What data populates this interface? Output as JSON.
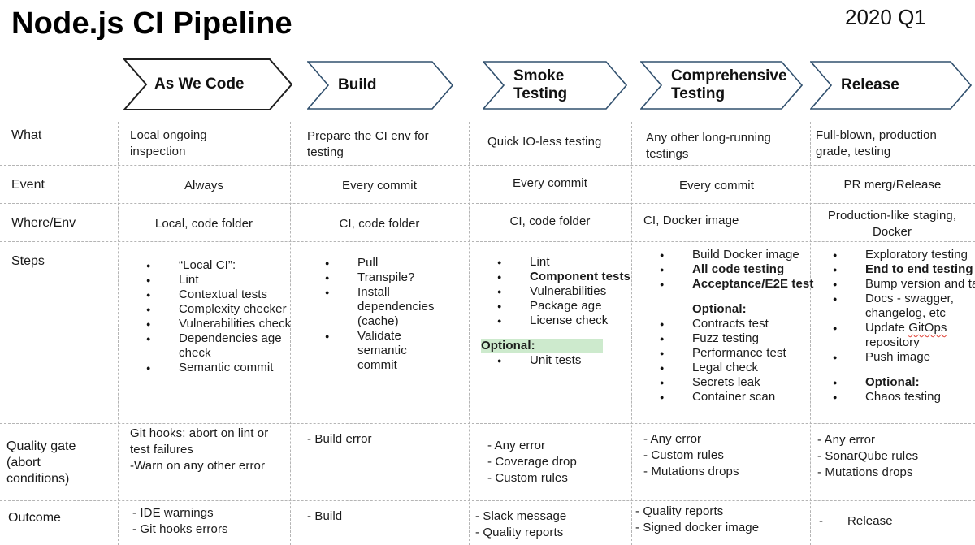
{
  "title": "Node.js CI Pipeline",
  "period": "2020 Q1",
  "colors": {
    "arrow_border_first": "#1f1f1f",
    "arrow_border": "#31506e",
    "grid_line": "#b5b5b5",
    "optional_highlight": "#cdeacd",
    "squiggle_red": "#e0443a",
    "text": "#1c1c1c"
  },
  "row_labels": [
    "What",
    "Event",
    "Where/Env",
    "Steps",
    "Quality gate (abort conditions)",
    "Outcome"
  ],
  "stages": [
    {
      "label": "As We Code",
      "what": "Local ongoing inspection",
      "event": "Always",
      "where": "Local, code folder",
      "steps": [
        {
          "t": "“Local CI”:"
        },
        {
          "t": "Lint"
        },
        {
          "t": "Contextual tests"
        },
        {
          "t": "Complexity checker"
        },
        {
          "t": "Vulnerabilities check"
        },
        {
          "t": "Dependencies age check"
        },
        {
          "t": "Semantic commit"
        }
      ],
      "gate": [
        "Git hooks: abort on lint or test failures",
        "-Warn on any other error"
      ],
      "outcome": [
        "- IDE warnings",
        "- Git hooks errors"
      ]
    },
    {
      "label": "Build",
      "what": "Prepare the CI env for testing",
      "event": "Every commit",
      "where": "CI, code folder",
      "steps": [
        {
          "t": "Pull"
        },
        {
          "t": "Transpile?"
        },
        {
          "t": "Install dependencies (cache)"
        },
        {
          "t": "Validate semantic commit"
        }
      ],
      "gate": [
        "- Build error"
      ],
      "outcome": [
        "- Build"
      ]
    },
    {
      "label": "Smoke Testing",
      "what": "Quick IO-less testing",
      "event": "Every commit",
      "where": "CI, code folder",
      "steps": [
        {
          "t": "Lint"
        },
        {
          "t": "Component tests",
          "b": true
        },
        {
          "t": "Vulnerabilities"
        },
        {
          "t": "Package age"
        },
        {
          "t": "License check"
        },
        {
          "t": "Optional:",
          "b": true,
          "bullet": false,
          "hl": true,
          "gap": true,
          "outdent": true
        },
        {
          "t": "Unit tests"
        }
      ],
      "gate": [
        "- Any error",
        "- Coverage drop",
        "- Custom rules"
      ],
      "outcome": [
        "- Slack message",
        "- Quality reports"
      ]
    },
    {
      "label": "Comprehensive Testing",
      "what": "Any other long-running testings",
      "event": "Every commit",
      "where": "CI, Docker image",
      "steps": [
        {
          "t": "Build Docker image"
        },
        {
          "t": "All code testing",
          "b": true
        },
        {
          "t": "Acceptance/E2E test",
          "b": true
        },
        {
          "t": "Optional:",
          "b": true,
          "bullet": false,
          "gap": true
        },
        {
          "t": "Contracts test"
        },
        {
          "t": "Fuzz testing"
        },
        {
          "t": "Performance test"
        },
        {
          "t": "Legal check"
        },
        {
          "t": "Secrets leak"
        },
        {
          "t": "Container scan"
        }
      ],
      "gate": [
        "- Any error",
        "- Custom rules",
        "- Mutations drops"
      ],
      "outcome": [
        "- Quality reports",
        "- Signed docker image"
      ]
    },
    {
      "label": "Release",
      "what": "Full-blown, production grade, testing",
      "event": "PR merg/Release",
      "where": "Production-like staging, Docker",
      "steps": [
        {
          "t": "Exploratory testing"
        },
        {
          "t": "End to end testing",
          "b": true
        },
        {
          "t": "Bump version and tag"
        },
        {
          "t": "Docs - swagger, changelog, etc"
        },
        {
          "parts": [
            {
              "t": "Update "
            },
            {
              "t": "GitOps",
              "sq": true
            },
            {
              "t": " repository"
            }
          ]
        },
        {
          "t": "Push image"
        },
        {
          "t": "Optional:",
          "b": true,
          "gap": true
        },
        {
          "t": "Chaos testing"
        }
      ],
      "gate": [
        "- Any error",
        "- SonarQube rules",
        "- Mutations drops"
      ],
      "outcome": [
        "-       Release"
      ]
    }
  ]
}
